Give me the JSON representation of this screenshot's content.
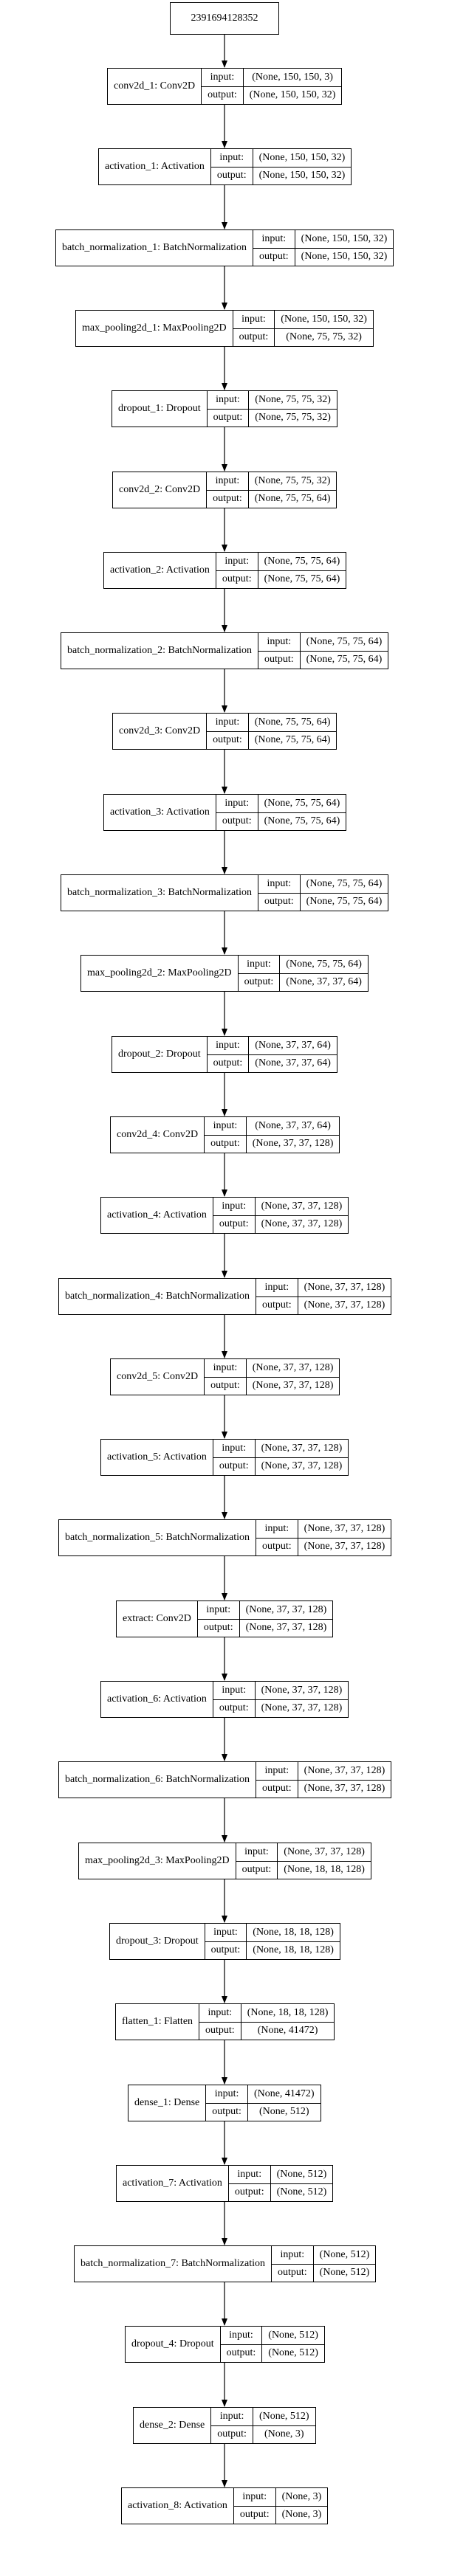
{
  "root_id": "2391694128352",
  "io_labels": {
    "input": "input:",
    "output": "output:"
  },
  "layers": [
    {
      "name": "conv2d_1: Conv2D",
      "input": "(None, 150, 150, 3)",
      "output": "(None, 150, 150, 32)"
    },
    {
      "name": "activation_1: Activation",
      "input": "(None, 150, 150, 32)",
      "output": "(None, 150, 150, 32)"
    },
    {
      "name": "batch_normalization_1: BatchNormalization",
      "input": "(None, 150, 150, 32)",
      "output": "(None, 150, 150, 32)"
    },
    {
      "name": "max_pooling2d_1: MaxPooling2D",
      "input": "(None, 150, 150, 32)",
      "output": "(None, 75, 75, 32)"
    },
    {
      "name": "dropout_1: Dropout",
      "input": "(None, 75, 75, 32)",
      "output": "(None, 75, 75, 32)"
    },
    {
      "name": "conv2d_2: Conv2D",
      "input": "(None, 75, 75, 32)",
      "output": "(None, 75, 75, 64)"
    },
    {
      "name": "activation_2: Activation",
      "input": "(None, 75, 75, 64)",
      "output": "(None, 75, 75, 64)"
    },
    {
      "name": "batch_normalization_2: BatchNormalization",
      "input": "(None, 75, 75, 64)",
      "output": "(None, 75, 75, 64)"
    },
    {
      "name": "conv2d_3: Conv2D",
      "input": "(None, 75, 75, 64)",
      "output": "(None, 75, 75, 64)"
    },
    {
      "name": "activation_3: Activation",
      "input": "(None, 75, 75, 64)",
      "output": "(None, 75, 75, 64)"
    },
    {
      "name": "batch_normalization_3: BatchNormalization",
      "input": "(None, 75, 75, 64)",
      "output": "(None, 75, 75, 64)"
    },
    {
      "name": "max_pooling2d_2: MaxPooling2D",
      "input": "(None, 75, 75, 64)",
      "output": "(None, 37, 37, 64)"
    },
    {
      "name": "dropout_2: Dropout",
      "input": "(None, 37, 37, 64)",
      "output": "(None, 37, 37, 64)"
    },
    {
      "name": "conv2d_4: Conv2D",
      "input": "(None, 37, 37, 64)",
      "output": "(None, 37, 37, 128)"
    },
    {
      "name": "activation_4: Activation",
      "input": "(None, 37, 37, 128)",
      "output": "(None, 37, 37, 128)"
    },
    {
      "name": "batch_normalization_4: BatchNormalization",
      "input": "(None, 37, 37, 128)",
      "output": "(None, 37, 37, 128)"
    },
    {
      "name": "conv2d_5: Conv2D",
      "input": "(None, 37, 37, 128)",
      "output": "(None, 37, 37, 128)"
    },
    {
      "name": "activation_5: Activation",
      "input": "(None, 37, 37, 128)",
      "output": "(None, 37, 37, 128)"
    },
    {
      "name": "batch_normalization_5: BatchNormalization",
      "input": "(None, 37, 37, 128)",
      "output": "(None, 37, 37, 128)"
    },
    {
      "name": "extract: Conv2D",
      "input": "(None, 37, 37, 128)",
      "output": "(None, 37, 37, 128)"
    },
    {
      "name": "activation_6: Activation",
      "input": "(None, 37, 37, 128)",
      "output": "(None, 37, 37, 128)"
    },
    {
      "name": "batch_normalization_6: BatchNormalization",
      "input": "(None, 37, 37, 128)",
      "output": "(None, 37, 37, 128)"
    },
    {
      "name": "max_pooling2d_3: MaxPooling2D",
      "input": "(None, 37, 37, 128)",
      "output": "(None, 18, 18, 128)"
    },
    {
      "name": "dropout_3: Dropout",
      "input": "(None, 18, 18, 128)",
      "output": "(None, 18, 18, 128)"
    },
    {
      "name": "flatten_1: Flatten",
      "input": "(None, 18, 18, 128)",
      "output": "(None, 41472)"
    },
    {
      "name": "dense_1: Dense",
      "input": "(None, 41472)",
      "output": "(None, 512)"
    },
    {
      "name": "activation_7: Activation",
      "input": "(None, 512)",
      "output": "(None, 512)"
    },
    {
      "name": "batch_normalization_7: BatchNormalization",
      "input": "(None, 512)",
      "output": "(None, 512)"
    },
    {
      "name": "dropout_4: Dropout",
      "input": "(None, 512)",
      "output": "(None, 512)"
    },
    {
      "name": "dense_2: Dense",
      "input": "(None, 512)",
      "output": "(None, 3)"
    },
    {
      "name": "activation_8: Activation",
      "input": "(None, 3)",
      "output": "(None, 3)"
    }
  ]
}
